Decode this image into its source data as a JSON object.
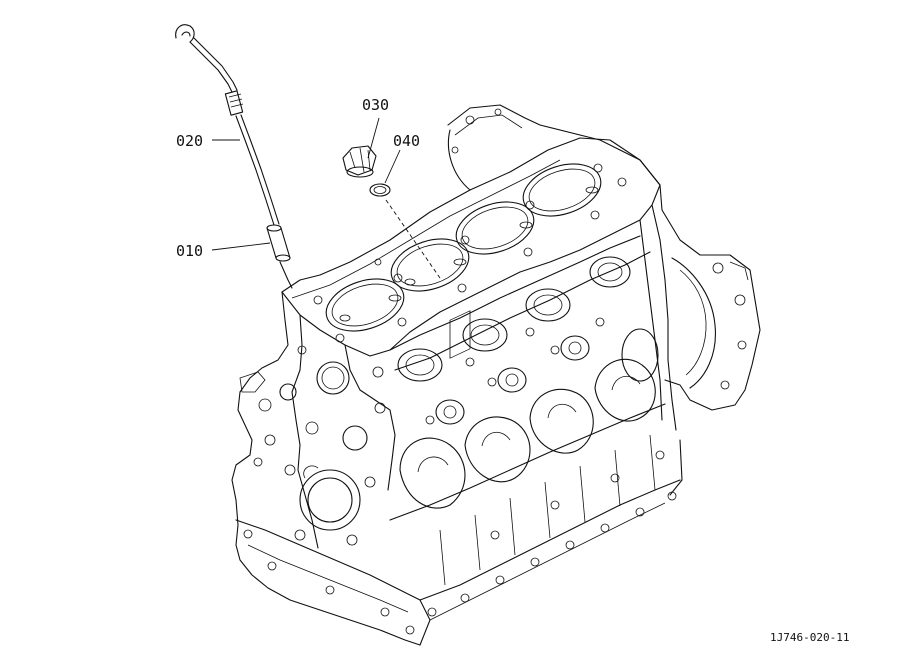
{
  "callouts": [
    {
      "id": "010",
      "label": "010"
    },
    {
      "id": "020",
      "label": "020"
    },
    {
      "id": "030",
      "label": "030"
    },
    {
      "id": "040",
      "label": "040"
    }
  ],
  "drawing_ref": "1J746-020-11",
  "colors": {
    "ink": "#111111",
    "paper": "#ffffff"
  }
}
